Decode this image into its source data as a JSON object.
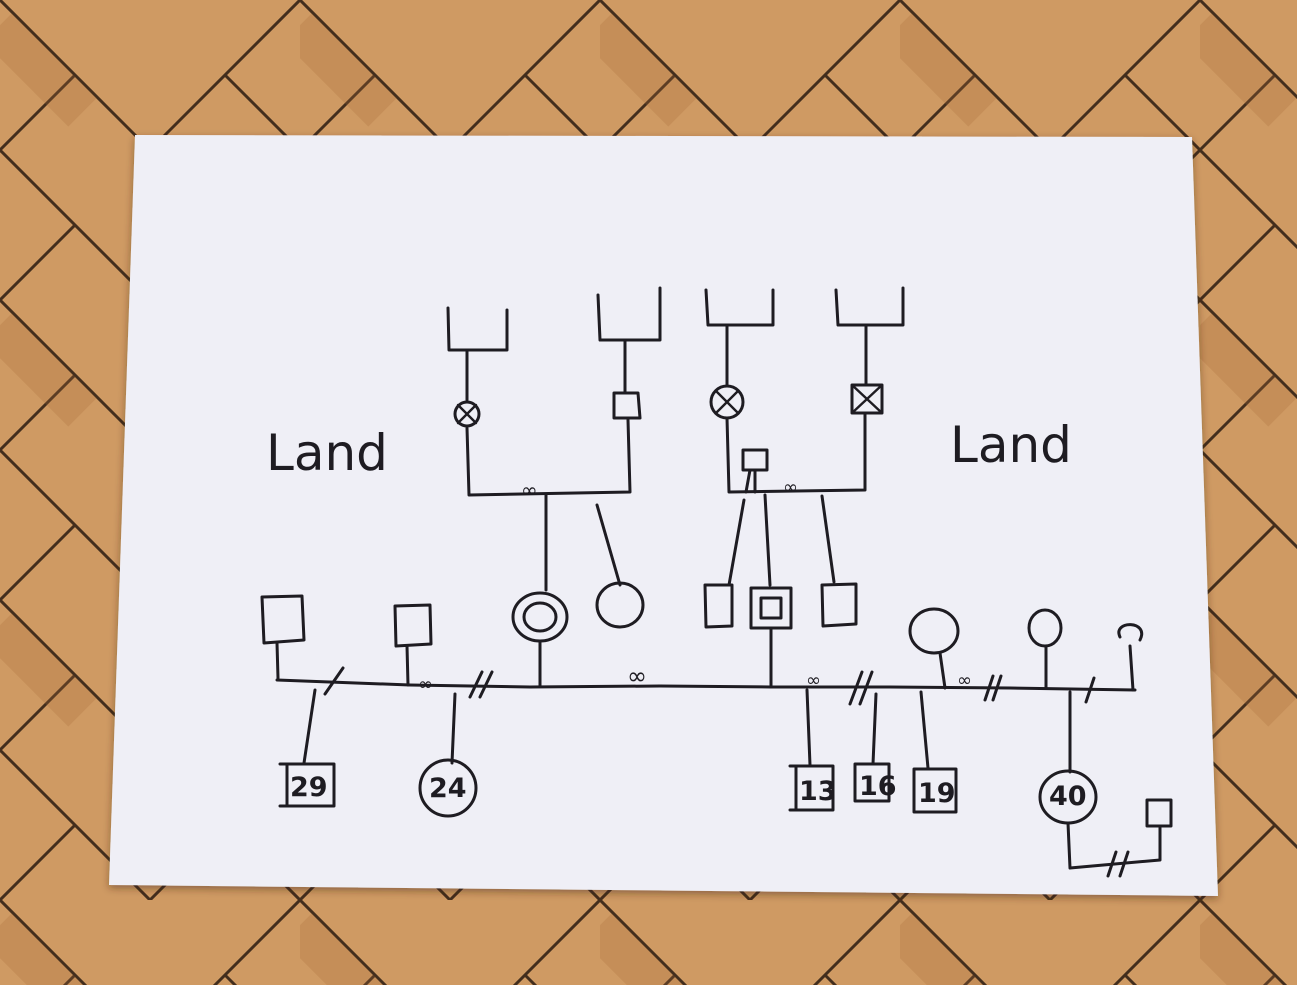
{
  "labels": {
    "left_land": "Land",
    "right_land": "Land"
  },
  "children": {
    "c1": "29",
    "c2": "24",
    "c3": "13",
    "c4": "16",
    "c5": "19",
    "c6": "40"
  },
  "colors": {
    "paper": "#efeff6",
    "ink": "#1e1c22",
    "wood_light": "#d9a46c",
    "wood_dark": "#b67d46"
  }
}
